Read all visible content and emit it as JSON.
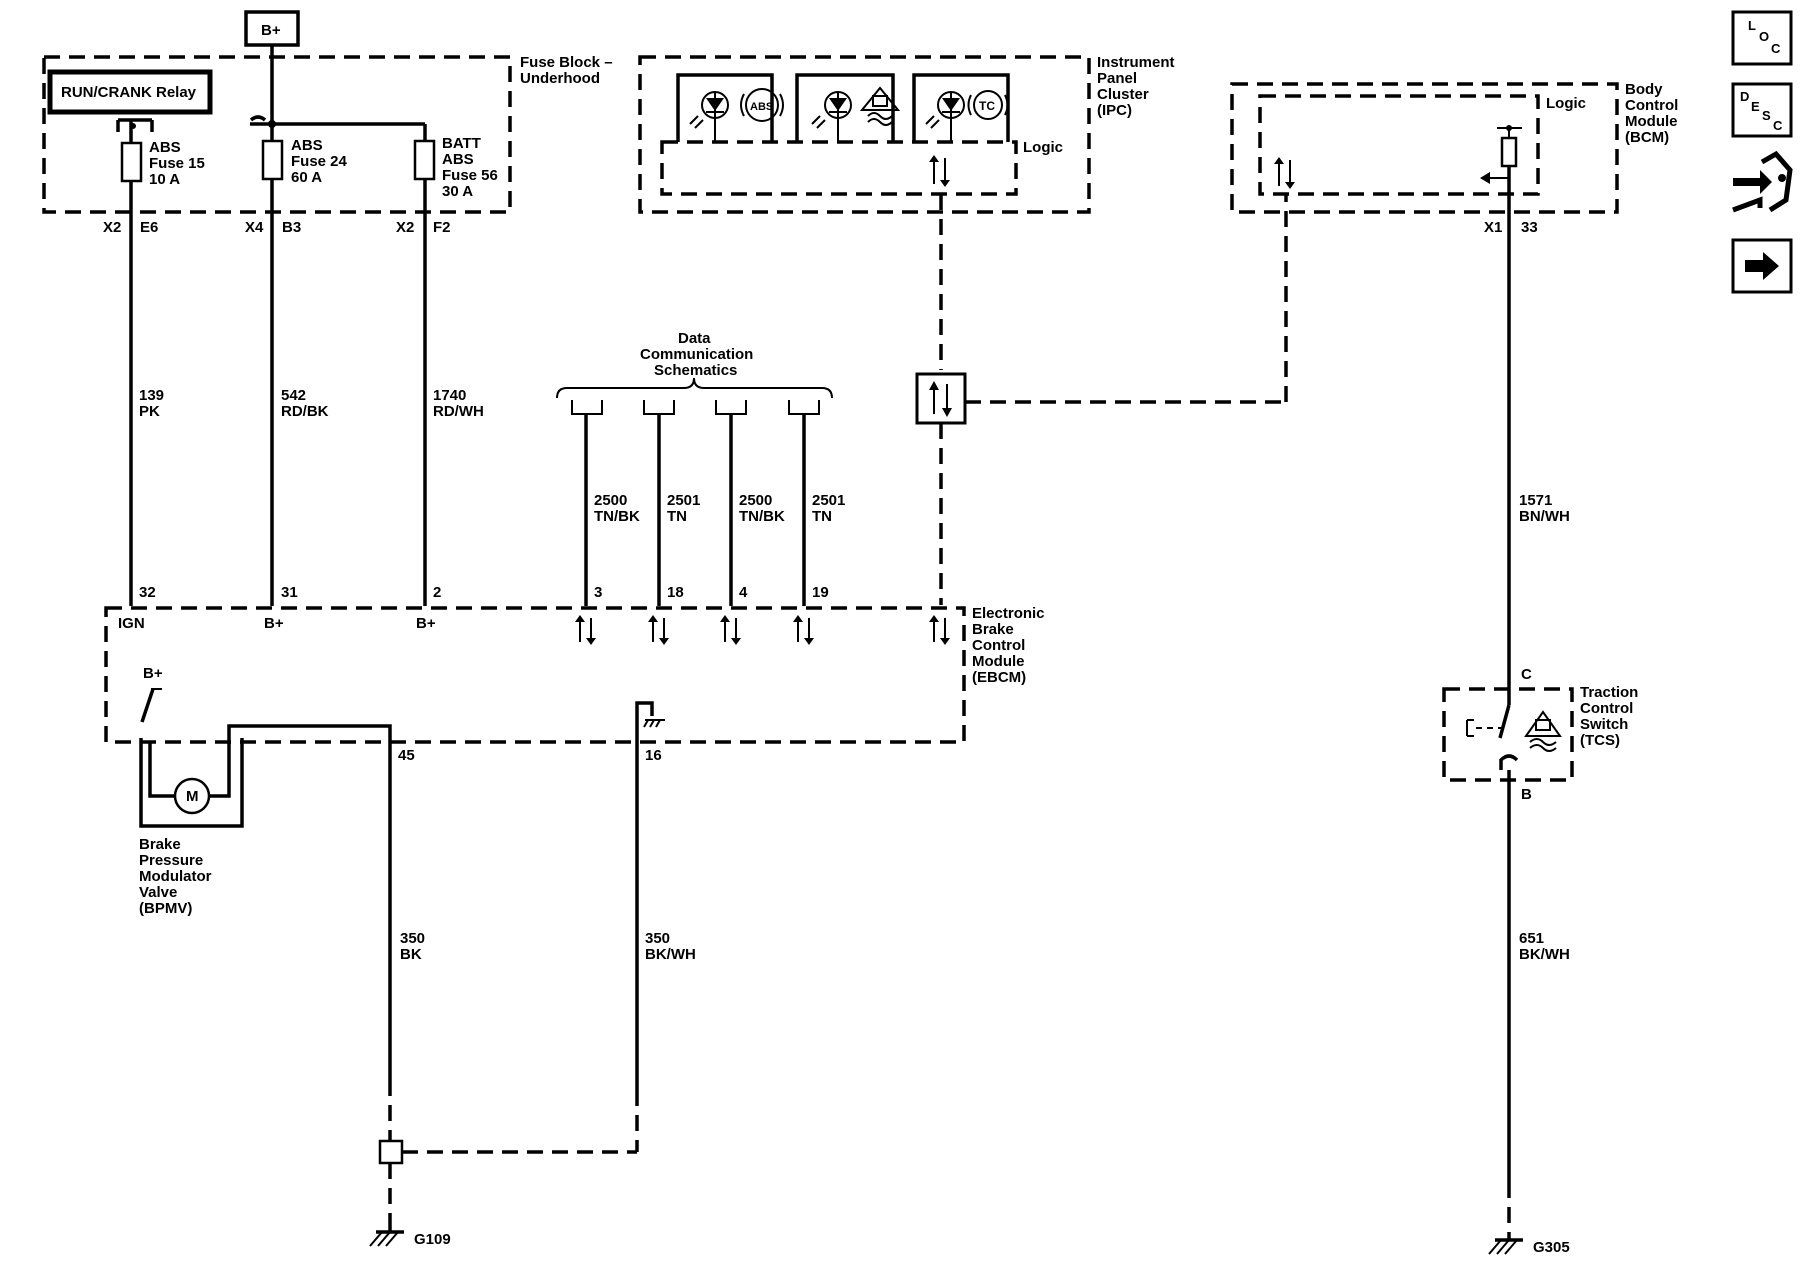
{
  "supply": {
    "bplus": "B+"
  },
  "fuse_block": {
    "title": [
      "Fuse Block –",
      "Underhood"
    ],
    "relay": "RUN/CRANK Relay",
    "fuses": [
      {
        "lines": [
          "ABS",
          "Fuse 15",
          "10 A"
        ],
        "connector": "X2",
        "pin": "E6"
      },
      {
        "lines": [
          "ABS",
          "Fuse 24",
          "60 A"
        ],
        "connector": "X4",
        "pin": "B3"
      },
      {
        "lines": [
          "BATT",
          "ABS",
          "Fuse 56",
          "30 A"
        ],
        "connector": "X2",
        "pin": "F2"
      }
    ]
  },
  "ipc": {
    "title": [
      "Instrument",
      "Panel",
      "Cluster",
      "(IPC)"
    ],
    "logic": "Logic",
    "indicator_abs": "ABS",
    "indicator_tc": "TC"
  },
  "bcm": {
    "title": [
      "Body",
      "Control",
      "Module",
      "(BCM)"
    ],
    "logic": "Logic",
    "connector": "X1",
    "pin": "33"
  },
  "side_icons": {
    "loc": [
      "L",
      "O",
      "C"
    ],
    "desc": [
      "D",
      "E",
      "S",
      "C"
    ]
  },
  "data_comm": {
    "title": [
      "Data",
      "Communication",
      "Schematics"
    ],
    "wires": [
      {
        "circuit": "2500",
        "color": "TN/BK",
        "pin": "3"
      },
      {
        "circuit": "2501",
        "color": "TN",
        "pin": "18"
      },
      {
        "circuit": "2500",
        "color": "TN/BK",
        "pin": "4"
      },
      {
        "circuit": "2501",
        "color": "TN",
        "pin": "19"
      }
    ]
  },
  "wires": {
    "w139": {
      "circuit": "139",
      "color": "PK",
      "pin": "32",
      "label": "IGN"
    },
    "w542": {
      "circuit": "542",
      "color": "RD/BK",
      "pin": "31",
      "label": "B+"
    },
    "w1740": {
      "circuit": "1740",
      "color": "RD/WH",
      "pin": "2",
      "label": "B+"
    },
    "w1571": {
      "circuit": "1571",
      "color": "BN/WH"
    },
    "w350a": {
      "circuit": "350",
      "color": "BK",
      "pin": "45"
    },
    "w350b": {
      "circuit": "350",
      "color": "BK/WH",
      "pin": "16"
    },
    "w651": {
      "circuit": "651",
      "color": "BK/WH"
    }
  },
  "ebcm": {
    "title": [
      "Electronic",
      "Brake",
      "Control",
      "Module",
      "(EBCM)"
    ],
    "motor_supply": "B+"
  },
  "bpmv": {
    "title": [
      "Brake",
      "Pressure",
      "Modulator",
      "Valve",
      "(BPMV)"
    ],
    "motor": "M"
  },
  "tcs": {
    "title": [
      "Traction",
      "Control",
      "Switch",
      "(TCS)"
    ],
    "pin_top": "C",
    "pin_bottom": "B"
  },
  "grounds": {
    "g109": "G109",
    "g305": "G305"
  }
}
